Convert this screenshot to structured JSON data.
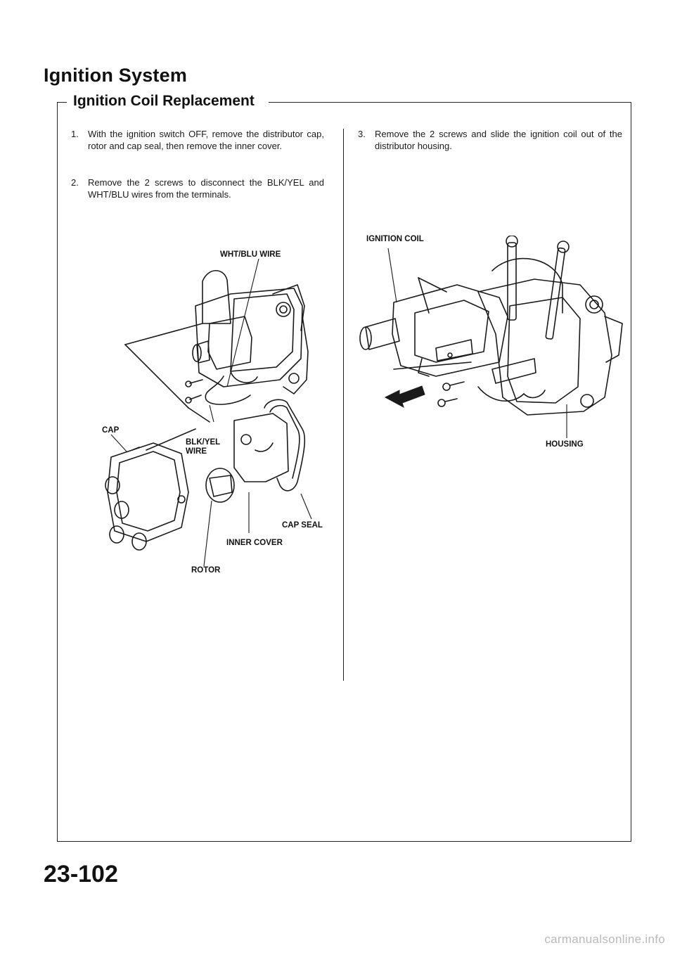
{
  "header": {
    "title": "Ignition System",
    "subtitle": "Ignition Coil Replacement"
  },
  "steps": [
    {
      "num": "1.",
      "text": "With the ignition switch OFF, remove the distributor cap, rotor and cap seal, then remove the inner cover."
    },
    {
      "num": "2.",
      "text": "Remove the 2 screws to disconnect the BLK/YEL and WHT/BLU wires from the terminals."
    },
    {
      "num": "3.",
      "text": "Remove the 2 screws and slide the ignition coil out of the distributor housing."
    }
  ],
  "figure_left": {
    "labels": {
      "wht_blu_wire": "WHT/BLU WIRE",
      "cap": "CAP",
      "blk_yel_wire_1": "BLK/YEL",
      "blk_yel_wire_2": "WIRE",
      "cap_seal": "CAP SEAL",
      "inner_cover": "INNER COVER",
      "rotor": "ROTOR"
    }
  },
  "figure_right": {
    "labels": {
      "ignition_coil": "IGNITION COIL",
      "housing": "HOUSING"
    }
  },
  "footer": {
    "page_number": "23-102",
    "watermark": "carmanualsonline.info"
  }
}
